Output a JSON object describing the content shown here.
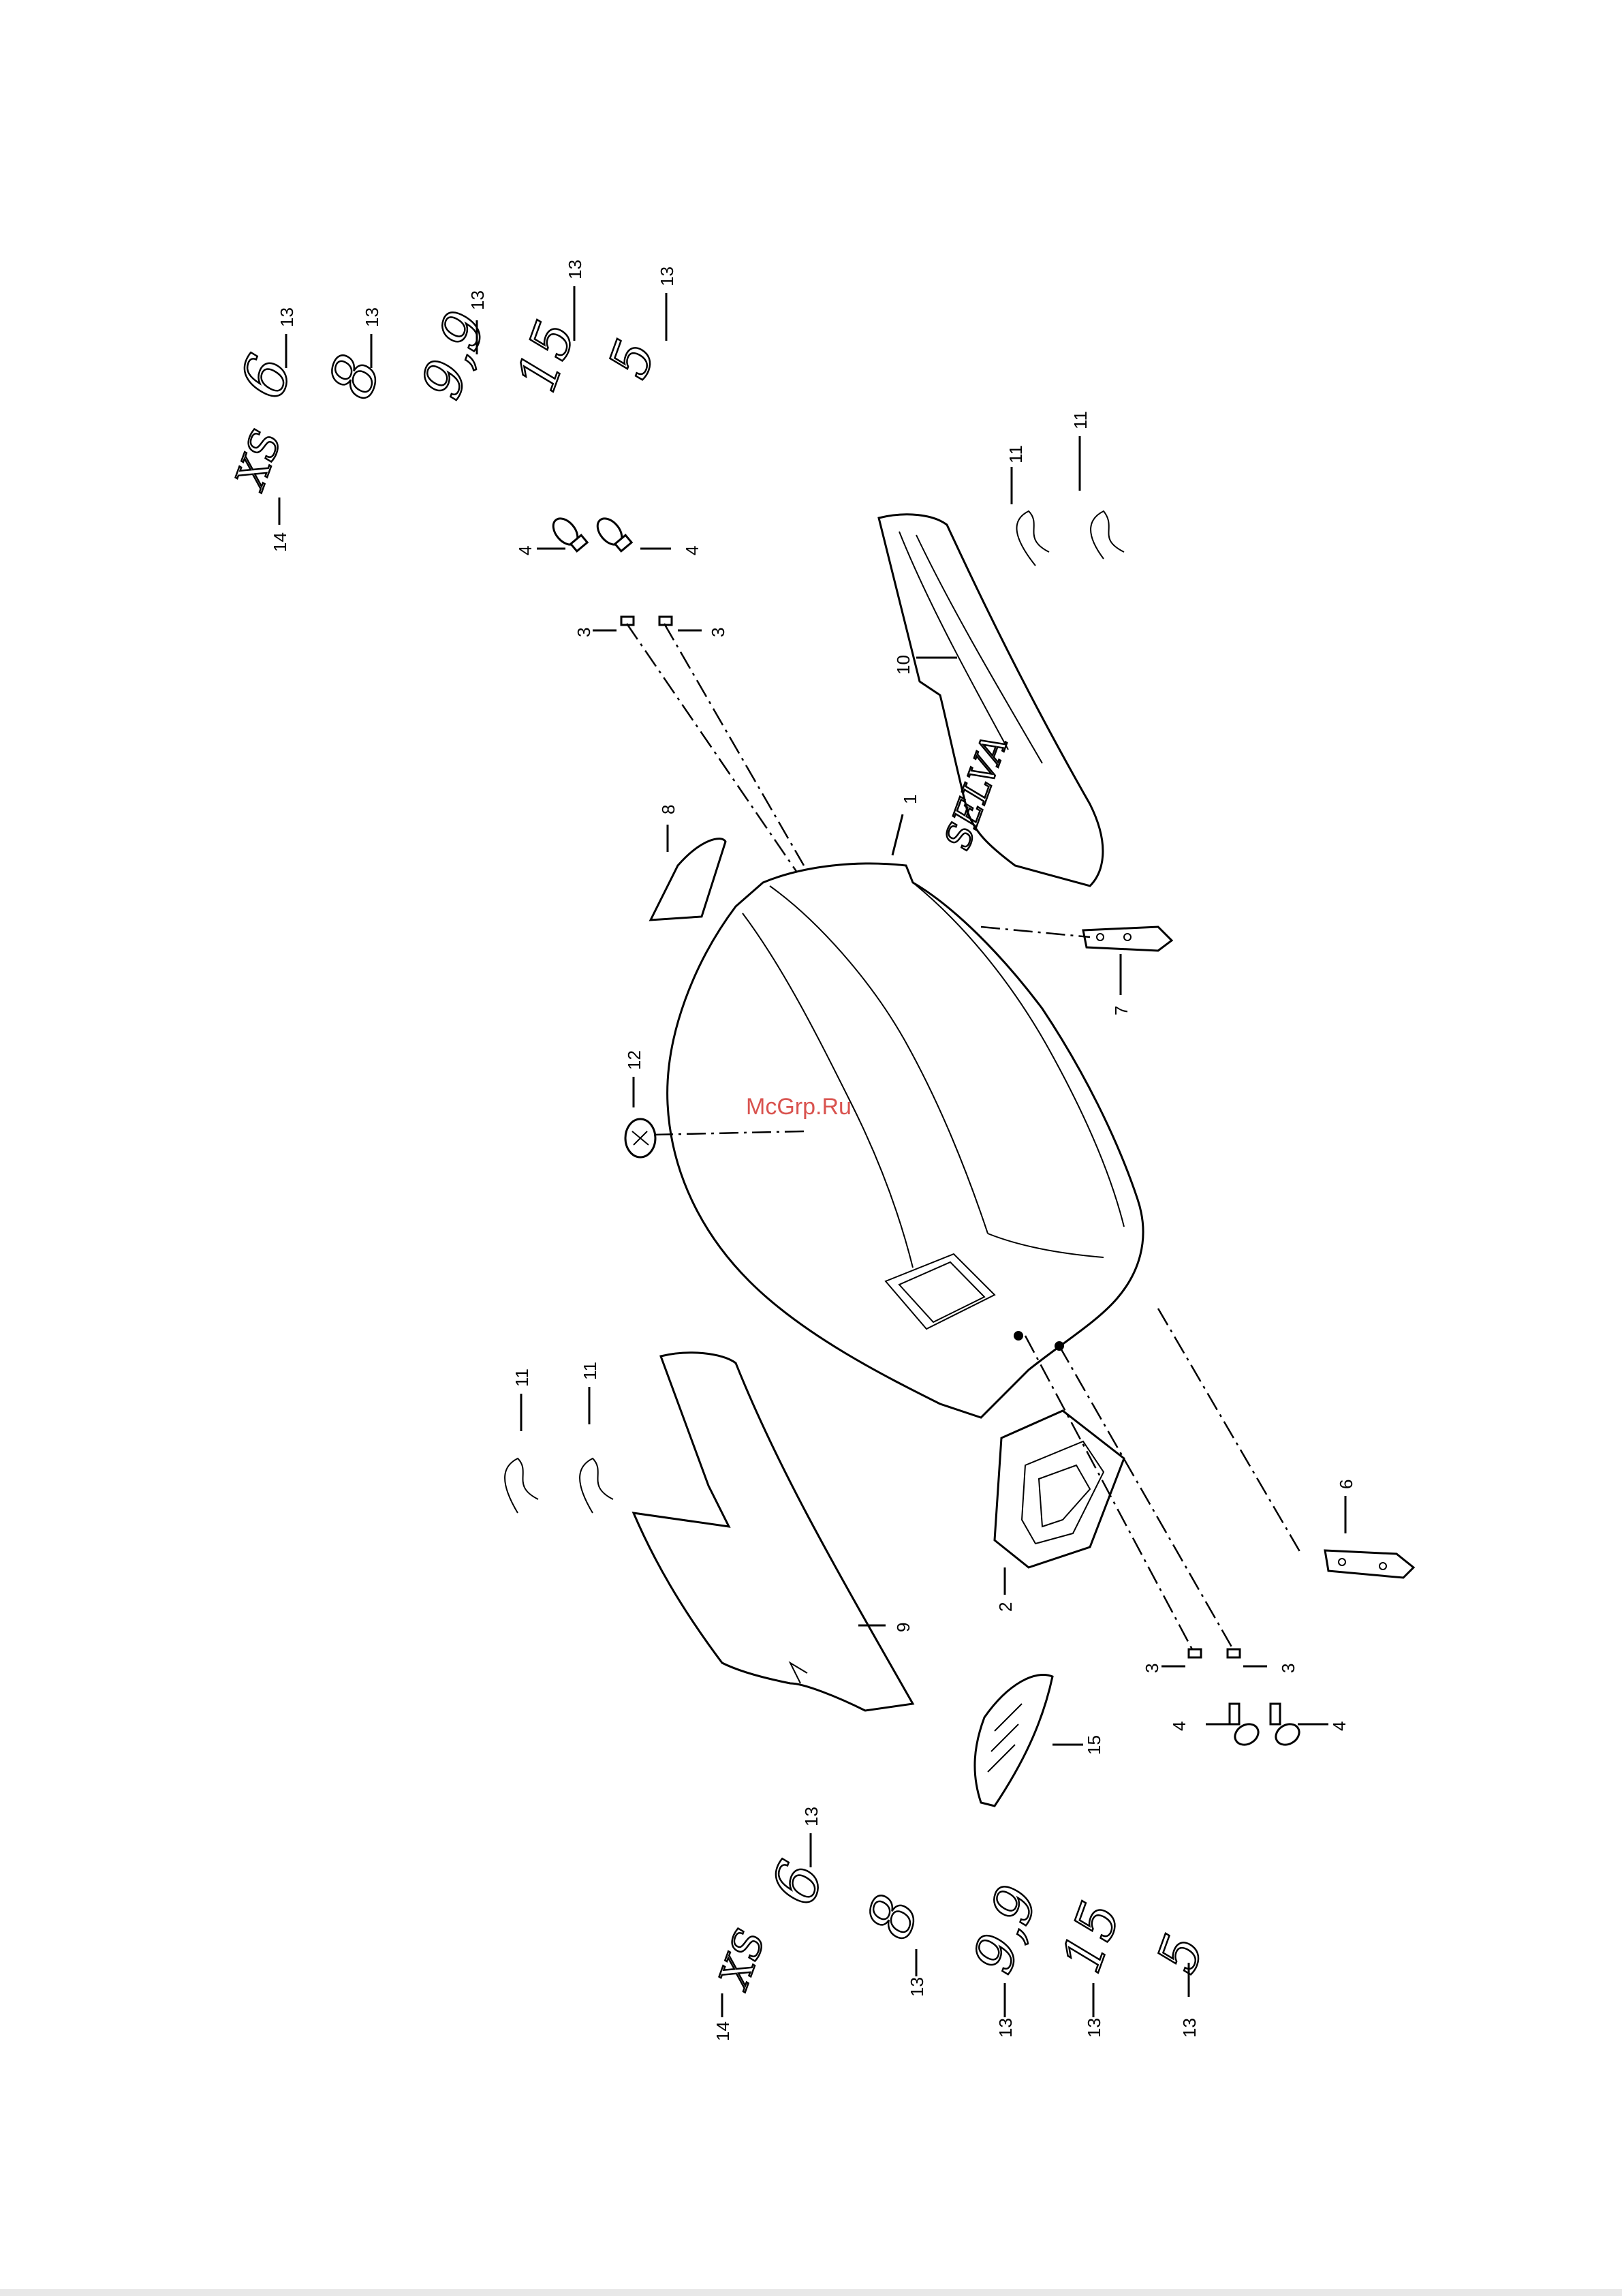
{
  "watermark": "McGrp.Ru",
  "badge_text": "SELVA",
  "callouts": {
    "c1": "1",
    "c2": "2",
    "c3a": "3",
    "c3b": "3",
    "c3c": "3",
    "c3d": "3",
    "c4a": "4",
    "c4b": "4",
    "c4c": "4",
    "c4d": "4",
    "c6": "6",
    "c7": "7",
    "c8": "8",
    "c9": "9",
    "c10": "10",
    "c11a": "11",
    "c11b": "11",
    "c11c": "11",
    "c11d": "11",
    "c12": "12",
    "c13a": "13",
    "c13b": "13",
    "c13c": "13",
    "c13d": "13",
    "c13e": "13",
    "c13f": "13",
    "c13g": "13",
    "c13h": "13",
    "c13i": "13",
    "c13j": "13",
    "c14a": "14",
    "c14b": "14",
    "c15": "15"
  },
  "decals": {
    "top": [
      "6",
      "8",
      "9,9",
      "15",
      "5",
      "XS"
    ],
    "bottom": [
      "6",
      "8",
      "9,9",
      "15",
      "5",
      "XS"
    ]
  }
}
